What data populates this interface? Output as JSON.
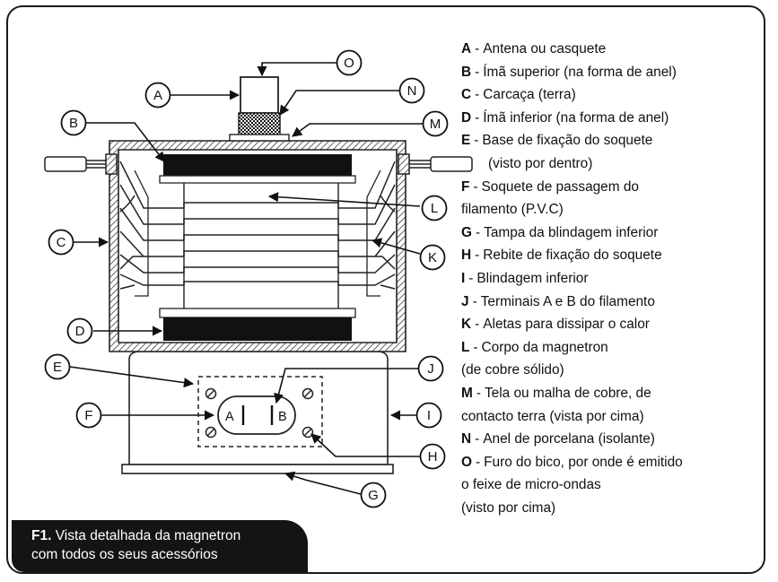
{
  "caption": {
    "figure": "F1.",
    "line1": "Vista detalhada da magnetron",
    "line2": "com todos os seus acessórios"
  },
  "callouts": [
    "A",
    "B",
    "C",
    "D",
    "E",
    "F",
    "G",
    "H",
    "I",
    "J",
    "K",
    "L",
    "M",
    "N",
    "O"
  ],
  "socket_terminals": [
    "A",
    "B"
  ],
  "legend": [
    {
      "letter": "A",
      "text": "Antena ou casquete"
    },
    {
      "letter": "B",
      "text": "Ímã superior (na forma de anel)"
    },
    {
      "letter": "C",
      "text": "Carcaça (terra)"
    },
    {
      "letter": "D",
      "text": "Ímã inferior (na forma de anel)"
    },
    {
      "letter": "E",
      "text": "Base de fixação do soquete"
    },
    {
      "letter": "",
      "text": "(visto por dentro)"
    },
    {
      "letter": "F",
      "text": "Soquete de passagem do"
    },
    {
      "letter": "",
      "text": "filamento (P.V.C)"
    },
    {
      "letter": "G",
      "text": "Tampa da blindagem inferior"
    },
    {
      "letter": "H",
      "text": "Rebite de fixação do soquete"
    },
    {
      "letter": "I",
      "text": "Blindagem inferior"
    },
    {
      "letter": "J",
      "text": "Terminais A e B do filamento"
    },
    {
      "letter": "K",
      "text": "Aletas para dissipar o calor"
    },
    {
      "letter": "L",
      "text": "Corpo da magnetron"
    },
    {
      "letter": "",
      "text": "(de cobre sólido)"
    },
    {
      "letter": "M",
      "text": "Tela ou malha de cobre, de"
    },
    {
      "letter": "",
      "text": "contacto terra (vista por cima)"
    },
    {
      "letter": "N",
      "text": "Anel de porcelana (isolante)"
    },
    {
      "letter": "O",
      "text": "Furo do bico, por onde é emitido"
    },
    {
      "letter": "",
      "text": "o feixe de micro-ondas"
    },
    {
      "letter": "",
      "text": "(visto por cima)"
    }
  ]
}
